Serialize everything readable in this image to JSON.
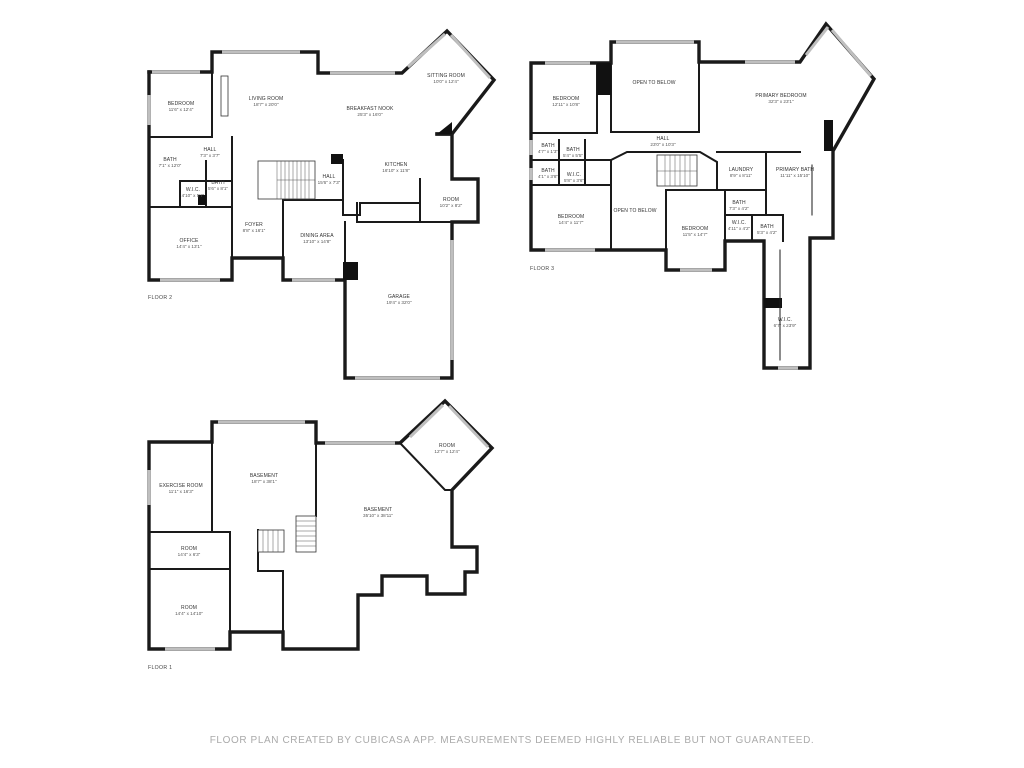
{
  "floors": [
    {
      "label": "FLOOR 2",
      "rooms": [
        {
          "name": "BEDROOM",
          "dim": "11'6\" x 12'4\""
        },
        {
          "name": "LIVING ROOM",
          "dim": "18'7\" x 20'0\""
        },
        {
          "name": "BREAKFAST NOOK",
          "dim": "25'3\" x 16'0\""
        },
        {
          "name": "SITTING ROOM",
          "dim": "10'0\" x 12'4\""
        },
        {
          "name": "HALL",
          "dim": "7'3\" x 3'7\""
        },
        {
          "name": "BATH",
          "dim": "7'1\" x 12'0\""
        },
        {
          "name": "BATH",
          "dim": "5'6\" x 8'1\""
        },
        {
          "name": "W.I.C.",
          "dim": "4'10\" x 5'7\""
        },
        {
          "name": "HALL",
          "dim": "15'6\" x 7'3\""
        },
        {
          "name": "KITCHEN",
          "dim": "16'10\" x 11'8\""
        },
        {
          "name": "ROOM",
          "dim": "10'2\" x 8'2\""
        },
        {
          "name": "OFFICE",
          "dim": "14'4\" x 13'1\""
        },
        {
          "name": "FOYER",
          "dim": "8'8\" x 16'1\""
        },
        {
          "name": "DINING AREA",
          "dim": "13'10\" x 14'8\""
        },
        {
          "name": "GARAGE",
          "dim": "19'4\" x 32'0\""
        }
      ]
    },
    {
      "label": "FLOOR 3",
      "rooms": [
        {
          "name": "BEDROOM",
          "dim": "12'11\" x 10'8\""
        },
        {
          "name": "OPEN TO BELOW",
          "dim": ""
        },
        {
          "name": "PRIMARY BEDROOM",
          "dim": "32'3\" x 23'1\""
        },
        {
          "name": "HALL",
          "dim": "23'0\" x 10'3\""
        },
        {
          "name": "BATH",
          "dim": "4'7\" x 1'3\""
        },
        {
          "name": "BATH",
          "dim": "5'4\" x 5'5\""
        },
        {
          "name": "BATH",
          "dim": "4'1\" x 3'8\""
        },
        {
          "name": "W.I.C.",
          "dim": "5'8\" x 3'6\""
        },
        {
          "name": "LAUNDRY",
          "dim": "8'9\" x 8'11\""
        },
        {
          "name": "PRIMARY BATH",
          "dim": "11'11\" x 15'10\""
        },
        {
          "name": "BEDROOM",
          "dim": "14'4\" x 11'7\""
        },
        {
          "name": "OPEN TO BELOW",
          "dim": ""
        },
        {
          "name": "BEDROOM",
          "dim": "11'5\" x 14'7\""
        },
        {
          "name": "BATH",
          "dim": "7'3\" x 4'2\""
        },
        {
          "name": "W.I.C.",
          "dim": "4'11\" x 4'2\""
        },
        {
          "name": "BATH",
          "dim": "5'3\" x 4'2\""
        },
        {
          "name": "W.I.C.",
          "dim": "6'7\" x 23'9\""
        }
      ]
    },
    {
      "label": "FLOOR 1",
      "rooms": [
        {
          "name": "EXERCISE ROOM",
          "dim": "11'1\" x 16'3\""
        },
        {
          "name": "BASEMENT",
          "dim": "18'7\" x 38'1\""
        },
        {
          "name": "ROOM",
          "dim": "12'7\" x 12'4\""
        },
        {
          "name": "BASEMENT",
          "dim": "35'10\" x 38'11\""
        },
        {
          "name": "ROOM",
          "dim": "14'4\" x 6'3\""
        },
        {
          "name": "ROOM",
          "dim": "14'4\" x 14'10\""
        }
      ]
    }
  ],
  "footer": "FLOOR PLAN CREATED BY CUBICASA APP. MEASUREMENTS DEEMED HIGHLY RELIABLE BUT NOT GUARANTEED.",
  "colors": {
    "wall": "#1a1a1a",
    "window": "#bfbfbf",
    "footer_text": "#aaaaaa"
  }
}
